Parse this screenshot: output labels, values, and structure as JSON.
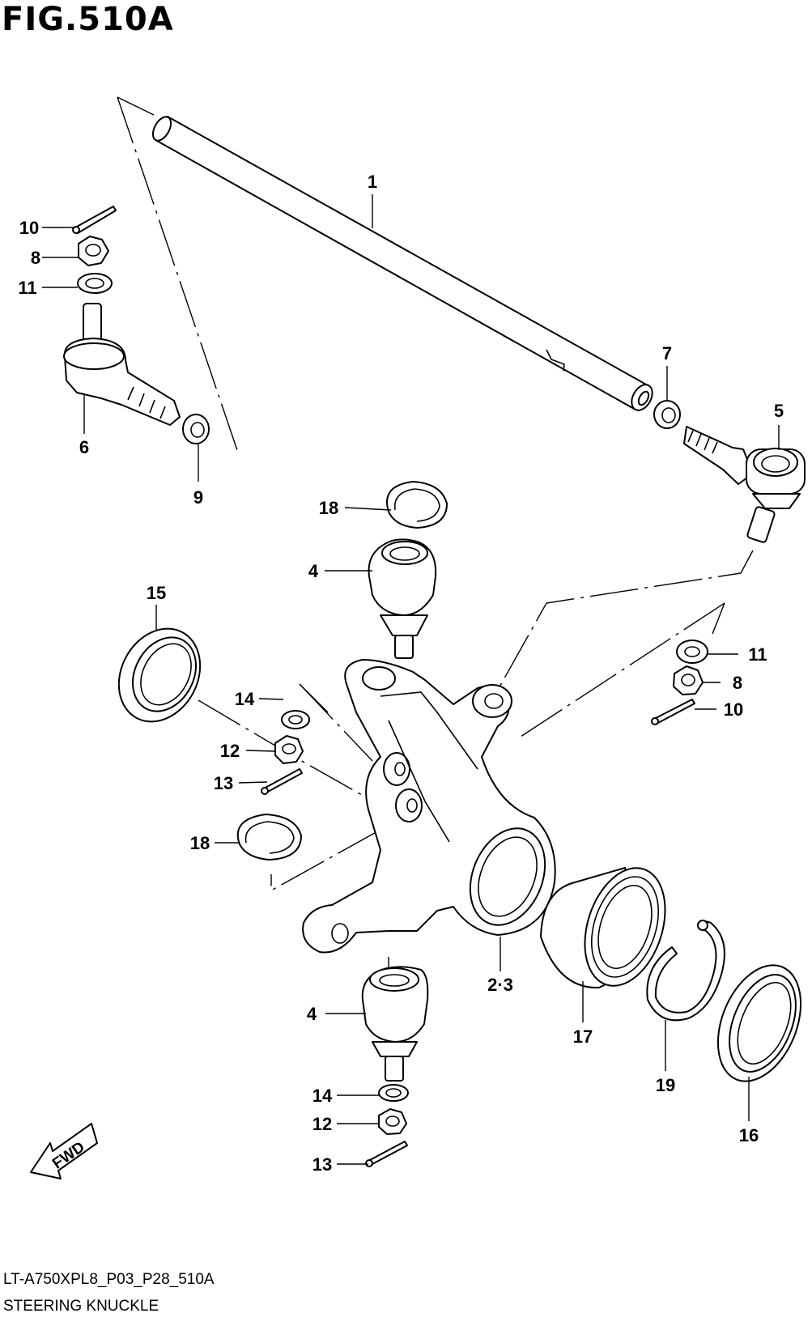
{
  "figure": {
    "title": "FIG.510A",
    "model_code": "LT-A750XPL8_P03_P28_510A",
    "section_name": "STEERING KNUCKLE",
    "direction_label": "FWD"
  },
  "callouts": {
    "tie_rod": "1",
    "knuckle": "2·3",
    "ball_joint_upper": "4",
    "ball_joint_lower": "4",
    "tie_rod_end_right": "5",
    "tie_rod_end_left": "6",
    "nut_tie_rod": "7",
    "castle_nut_left": "8",
    "castle_nut_right": "8",
    "lock_nut_left": "9",
    "cotter_pin_left": "10",
    "cotter_pin_right": "10",
    "washer_left": "11",
    "washer_right": "11",
    "castle_nut_middle": "12",
    "castle_nut_bottom": "12",
    "cotter_pin_middle": "13",
    "cotter_pin_bottom": "13",
    "washer_middle": "14",
    "washer_bottom": "14",
    "oil_seal_left": "15",
    "oil_seal_right": "16",
    "bearing": "17",
    "circlip_upper": "18",
    "circlip_lower": "18",
    "circlip_bearing": "19"
  }
}
